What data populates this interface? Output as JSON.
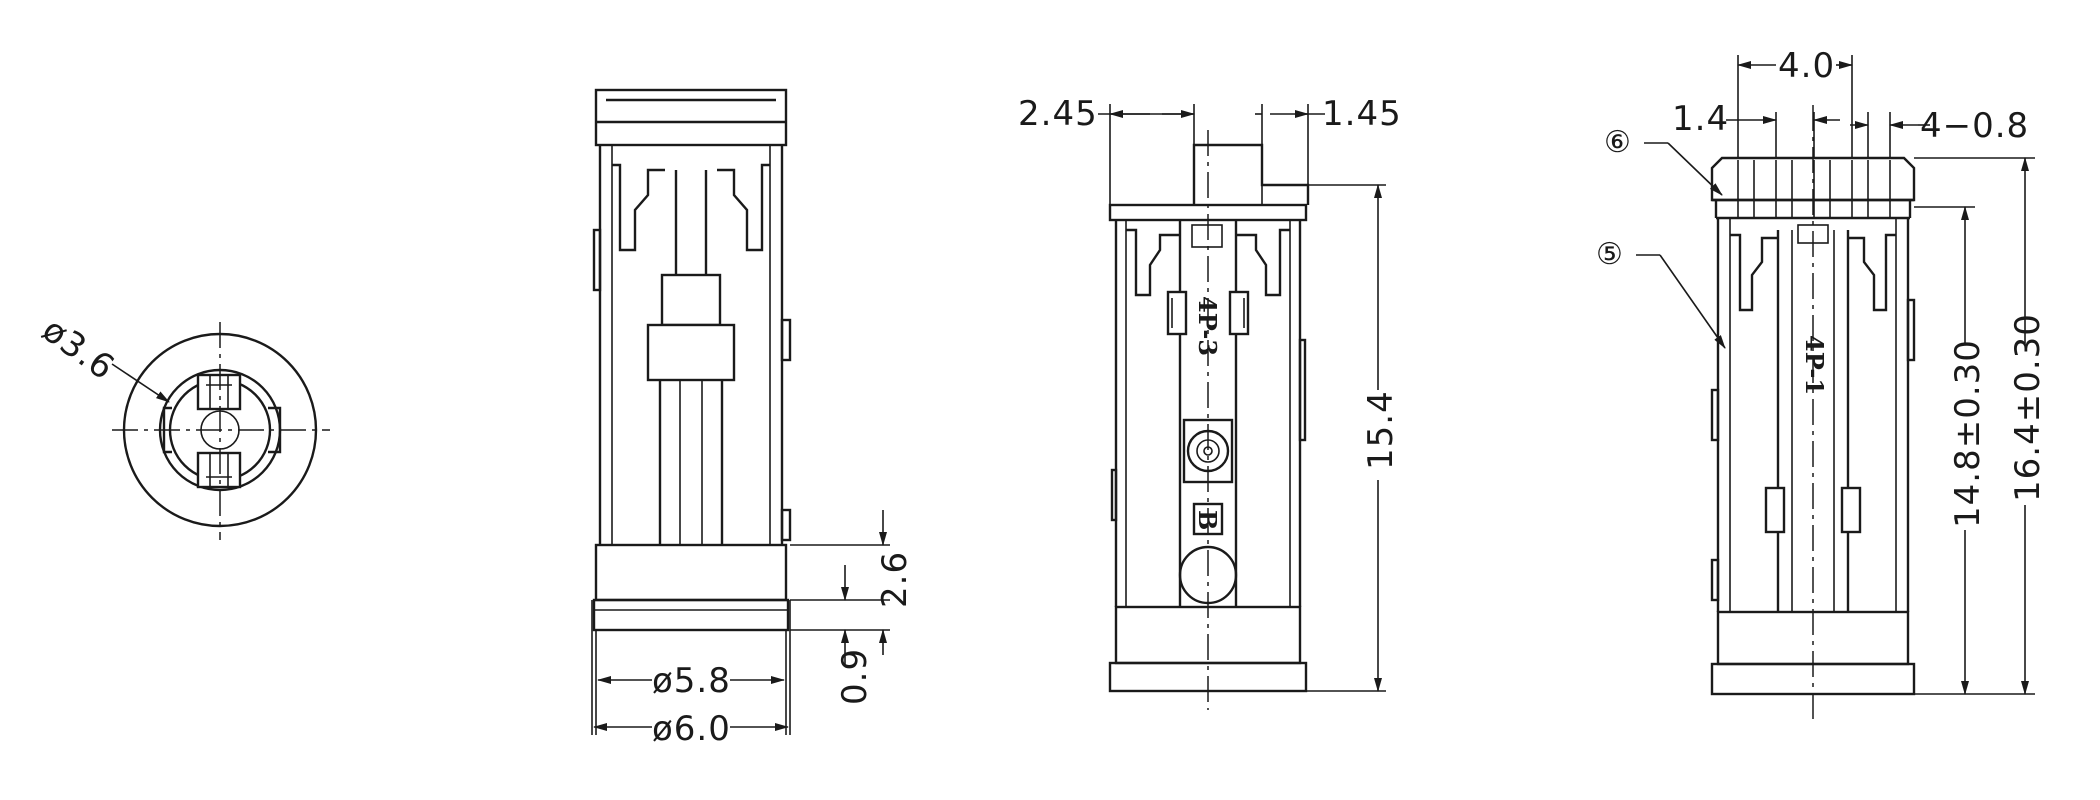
{
  "views": {
    "end_view": {
      "diameter_label": "ø3.6"
    },
    "side_view_a": {
      "dia_outer_label": "ø6.0",
      "dia_inner_label": "ø5.8",
      "height_2_6": "2.6",
      "height_0_9": "0.9"
    },
    "front_view": {
      "left_offset": "2.45",
      "right_offset": "1.45",
      "height": "15.4",
      "part_mark": "4P-3",
      "letter_mark": "B"
    },
    "side_view_b": {
      "width_top": "4.0",
      "pitch": "1.4",
      "slot": "4−0.8",
      "height_inner": "14.8±0.30",
      "height_total": "16.4±0.30",
      "part_mark": "4P-1",
      "balloon_6": "⑥",
      "balloon_5": "⑤"
    }
  },
  "colors": {
    "line": "#1a1a1a",
    "background": "#ffffff"
  }
}
